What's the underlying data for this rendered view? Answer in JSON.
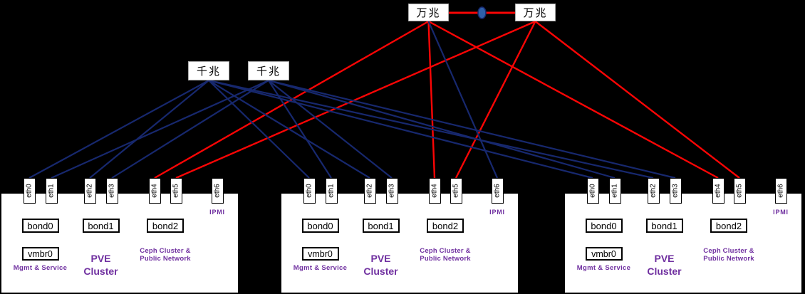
{
  "diagram": {
    "type": "network-topology"
  },
  "switches": [
    {
      "id": "tg1",
      "label": "万兆",
      "tier": "10-gigabit"
    },
    {
      "id": "tg2",
      "label": "万兆",
      "tier": "10-gigabit"
    },
    {
      "id": "g1",
      "label": "千兆",
      "tier": "gigabit"
    },
    {
      "id": "g2",
      "label": "千兆",
      "tier": "gigabit"
    }
  ],
  "interlink": {
    "from": "tg1",
    "to": "tg2",
    "color_key": "red",
    "marker": "oval"
  },
  "servers": [
    {
      "ports": [
        "eth0",
        "eth1",
        "eth2",
        "eth3",
        "eth4",
        "eth5",
        "eth6"
      ],
      "bonds": [
        "bond0",
        "bond1",
        "bond2"
      ],
      "bridge": "vmbr0",
      "net_labels": {
        "bond0": "Mgmt  &  Service",
        "bond1": [
          "PVE",
          "Cluster"
        ],
        "bond2": [
          "Ceph  Cluster  &",
          "Public Network"
        ],
        "ipmi": "IPMI"
      }
    },
    {
      "ports": [
        "eth0",
        "eth1",
        "eth2",
        "eth3",
        "eth4",
        "eth5",
        "eth6"
      ],
      "bonds": [
        "bond0",
        "bond1",
        "bond2"
      ],
      "bridge": "vmbr0",
      "net_labels": {
        "bond0": "Mgmt  &  Service",
        "bond1": [
          "PVE",
          "Cluster"
        ],
        "bond2": [
          "Ceph  Cluster  &",
          "Public Network"
        ],
        "ipmi": "IPMI"
      }
    },
    {
      "ports": [
        "eth0",
        "eth1",
        "eth2",
        "eth3",
        "eth4",
        "eth5",
        "eth6"
      ],
      "bonds": [
        "bond0",
        "bond1",
        "bond2"
      ],
      "bridge": "vmbr0",
      "net_labels": {
        "bond0": "Mgmt  &  Service",
        "bond1": [
          "PVE",
          "Cluster"
        ],
        "bond2": [
          "Ceph  Cluster  &",
          "Public Network"
        ],
        "ipmi": "IPMI"
      }
    }
  ],
  "connections": [
    {
      "from": "tg1",
      "to": "s1.p4",
      "color_key": "red"
    },
    {
      "from": "tg1",
      "to": "s2.p4",
      "color_key": "red"
    },
    {
      "from": "tg1",
      "to": "s3.p4",
      "color_key": "red"
    },
    {
      "from": "tg2",
      "to": "s1.p5",
      "color_key": "red"
    },
    {
      "from": "tg2",
      "to": "s2.p5",
      "color_key": "red"
    },
    {
      "from": "tg2",
      "to": "s3.p5",
      "color_key": "red"
    },
    {
      "from": "g1",
      "to": "s1.p0",
      "color_key": "navy"
    },
    {
      "from": "g1",
      "to": "s1.p2",
      "color_key": "navy"
    },
    {
      "from": "g1",
      "to": "s2.p0",
      "color_key": "navy"
    },
    {
      "from": "g1",
      "to": "s2.p2",
      "color_key": "navy"
    },
    {
      "from": "g1",
      "to": "s3.p0",
      "color_key": "navy"
    },
    {
      "from": "g1",
      "to": "s3.p2",
      "color_key": "navy"
    },
    {
      "from": "g2",
      "to": "s1.p1",
      "color_key": "navy"
    },
    {
      "from": "g2",
      "to": "s1.p3",
      "color_key": "navy"
    },
    {
      "from": "g2",
      "to": "s2.p1",
      "color_key": "navy"
    },
    {
      "from": "g2",
      "to": "s2.p3",
      "color_key": "navy"
    },
    {
      "from": "g2",
      "to": "s3.p1",
      "color_key": "navy"
    },
    {
      "from": "g2",
      "to": "s3.p3",
      "color_key": "navy"
    },
    {
      "from": "tg1",
      "to": "s2.p6",
      "color_key": "navy"
    }
  ],
  "colors": {
    "background": "#000000",
    "red": "#fb0505",
    "navy": "#17286e",
    "connector": "#4472c4",
    "purple": "#7030a0",
    "oval_fill": "#2e5fa8"
  }
}
